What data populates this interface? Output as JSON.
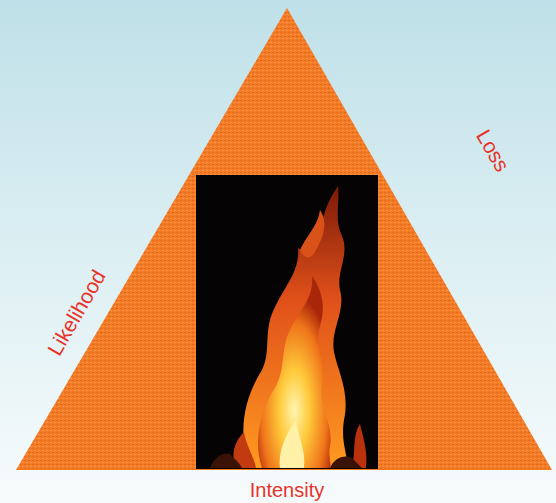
{
  "diagram": {
    "labels": [
      "Likelihood",
      "Loss",
      "Intensity"
    ]
  }
}
